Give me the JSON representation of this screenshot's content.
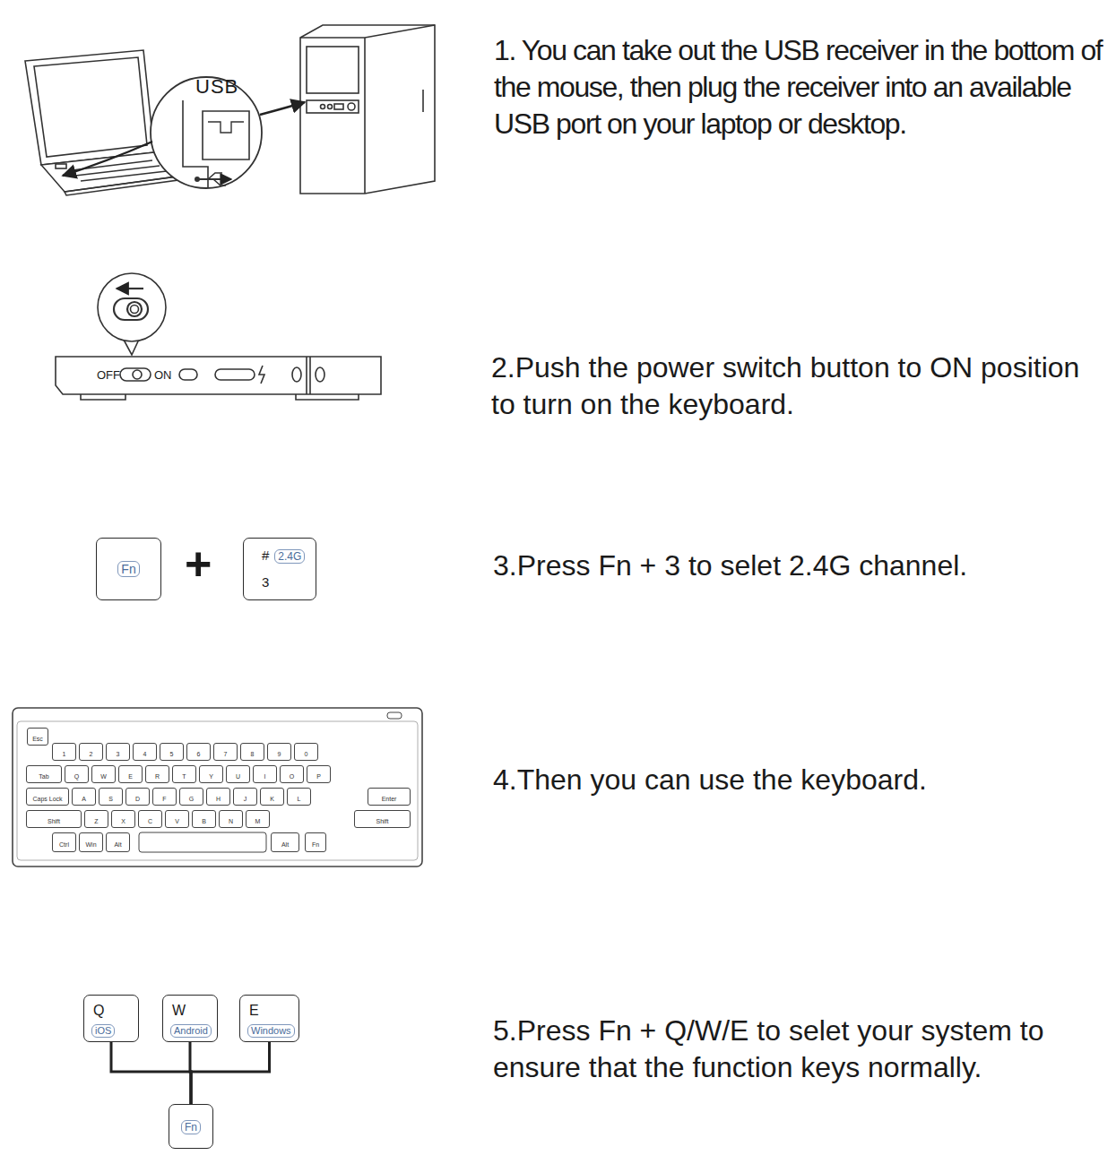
{
  "diagram": {
    "nodes": [
      {
        "text": [
          "Fn"
        ]
      },
      {
        "text": [
          "#",
          "2.4G",
          "3"
        ]
      },
      {
        "text": [
          "Esc"
        ]
      },
      {
        "text": [
          "1"
        ]
      },
      {
        "text": [
          "2"
        ]
      },
      {
        "text": [
          "3"
        ]
      },
      {
        "text": [
          "4"
        ]
      },
      {
        "text": [
          "5"
        ]
      },
      {
        "text": [
          "6"
        ]
      },
      {
        "text": [
          "7"
        ]
      },
      {
        "text": [
          "8"
        ]
      },
      {
        "text": [
          "9"
        ]
      },
      {
        "text": [
          "0"
        ]
      },
      {
        "text": [
          "Tab"
        ]
      },
      {
        "text": [
          "Q"
        ]
      },
      {
        "text": [
          "W"
        ]
      },
      {
        "text": [
          "E"
        ]
      },
      {
        "text": [
          "R"
        ]
      },
      {
        "text": [
          "T"
        ]
      },
      {
        "text": [
          "Y"
        ]
      },
      {
        "text": [
          "U"
        ]
      },
      {
        "text": [
          "I"
        ]
      },
      {
        "text": [
          "O"
        ]
      },
      {
        "text": [
          "P"
        ]
      },
      {
        "text": [
          "Caps Lock"
        ]
      },
      {
        "text": [
          "A"
        ]
      },
      {
        "text": [
          "S"
        ]
      },
      {
        "text": [
          "D"
        ]
      },
      {
        "text": [
          "F"
        ]
      },
      {
        "text": [
          "G"
        ]
      },
      {
        "text": [
          "H"
        ]
      },
      {
        "text": [
          "J"
        ]
      },
      {
        "text": [
          "K"
        ]
      },
      {
        "text": [
          "L"
        ]
      },
      {
        "text": [
          "Enter"
        ]
      },
      {
        "text": [
          "Shift"
        ]
      },
      {
        "text": [
          "Z"
        ]
      },
      {
        "text": [
          "X"
        ]
      },
      {
        "text": [
          "C"
        ]
      },
      {
        "text": [
          "V"
        ]
      },
      {
        "text": [
          "B"
        ]
      },
      {
        "text": [
          "N"
        ]
      },
      {
        "text": [
          "M"
        ]
      },
      {
        "text": [
          "Shift"
        ]
      },
      {
        "text": [
          "Ctrl"
        ]
      },
      {
        "text": [
          "Win"
        ]
      },
      {
        "text": [
          "Alt"
        ]
      },
      {
        "text": [
          "Alt"
        ]
      },
      {
        "text": [
          "Fn"
        ]
      },
      {
        "text": [
          "Q",
          "iOS"
        ]
      },
      {
        "text": [
          "W",
          "Android"
        ]
      },
      {
        "text": [
          "E",
          "Windows"
        ]
      },
      {
        "text": [
          "Fn"
        ]
      }
    ],
    "edges": [
      {
        "from": 49,
        "to": 52,
        "arrow": "none"
      },
      {
        "from": 50,
        "to": 52,
        "arrow": "none"
      },
      {
        "from": 51,
        "to": 52,
        "arrow": "none"
      }
    ],
    "labels": [
      "1. You can take out the USB receiver in the bottom of the mouse, then plug the receiver into an available USB port on your laptop or desktop.",
      "USB",
      "OFF",
      "ON",
      "2.Push the power switch button to ON position to turn on the keyboard.",
      "+",
      "3.Press Fn + 3 to selet 2.4G channel.",
      "4.Then you can use the keyboard.",
      "5.Press Fn + Q/W/E to selet your system to ensure that the function keys normally."
    ]
  }
}
